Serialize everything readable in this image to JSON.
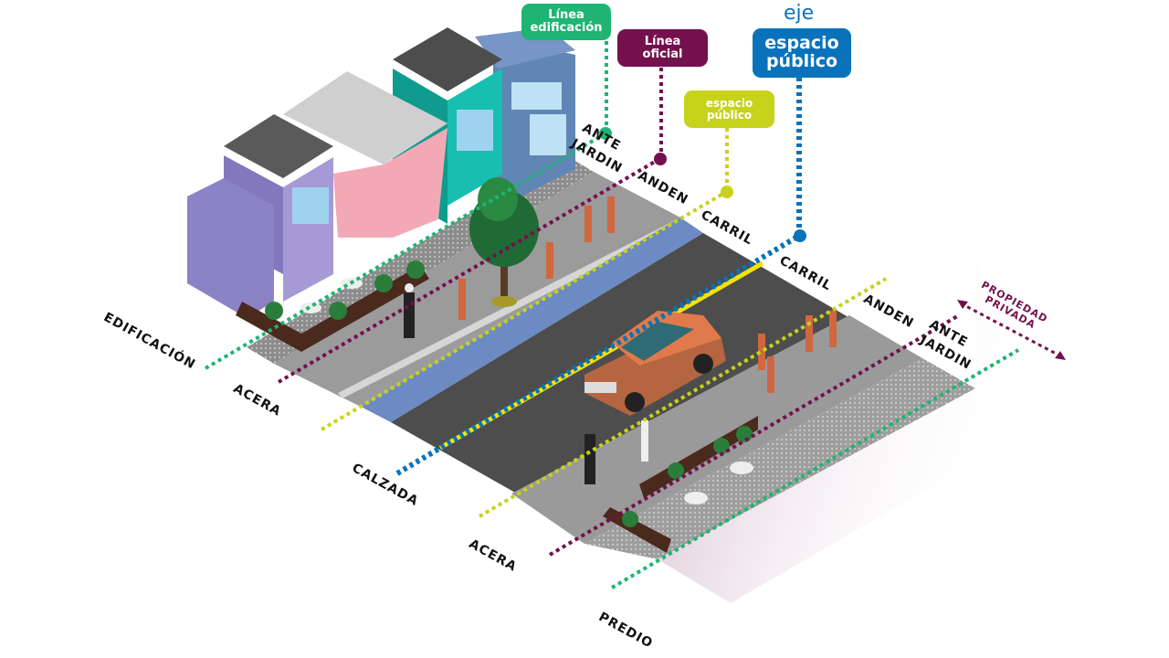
{
  "callouts": {
    "linea_edificacion": "Línea edificación",
    "linea_oficial": "Línea oficial",
    "espacio_publico_small": "espacio público",
    "eje_prefix": "eje",
    "eje_espacio_publico": "espacio público"
  },
  "left_labels": {
    "edificacion": "EDIFICACIÓN",
    "acera": "ACERA",
    "calzada": "CALZADA",
    "acera2": "ACERA",
    "predio": "PREDIO"
  },
  "right_labels": {
    "ante_jardin_1a": "ANTE",
    "ante_jardin_1b": "JARDIN",
    "anden_1": "ANDEN",
    "carril_1": "CARRIL",
    "carril_2": "CARRIL",
    "anden_2": "ANDEN",
    "ante_jardin_2a": "ANTE",
    "ante_jardin_2b": "JARDIN",
    "propiedad_a": "PROPIEDAD",
    "propiedad_b": "PRIVADA"
  },
  "colors": {
    "green": "#1fb473",
    "purple": "#74104e",
    "lime": "#c6d31a",
    "blue": "#0a72bb",
    "road": "#4d4d4d",
    "sidewalk": "#9a9a9a",
    "bike_lane": "#6c8ac4",
    "centerline": "#f5e400"
  }
}
